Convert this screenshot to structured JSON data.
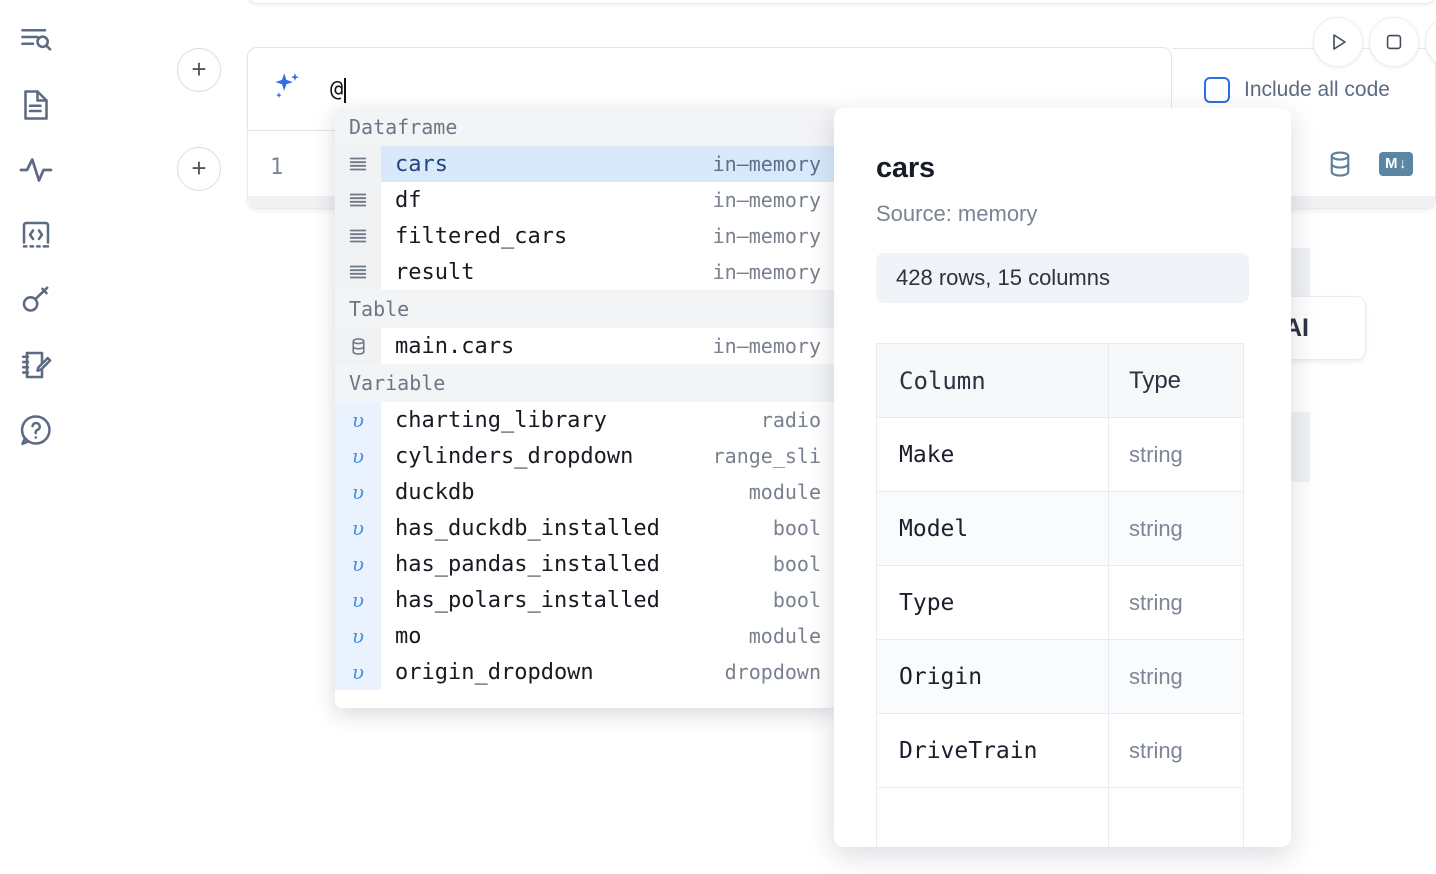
{
  "sidebar": {
    "items": [
      {
        "name": "outline-search-icon",
        "label": "Outline / search"
      },
      {
        "name": "file-icon",
        "label": "Files"
      },
      {
        "name": "activity-icon",
        "label": "Activity"
      },
      {
        "name": "code-snippets-icon",
        "label": "Snippets"
      },
      {
        "name": "key-icon",
        "label": "Secrets"
      },
      {
        "name": "scratchpad-icon",
        "label": "Scratchpad"
      },
      {
        "name": "help-icon",
        "label": "Help"
      }
    ]
  },
  "prompt_bar": {
    "add_cell_label": "+",
    "sparkle_icon": "sparkles-icon",
    "value": "@",
    "placeholder": "",
    "include_all_code_label": "Include all code",
    "include_all_code_checked": false,
    "run_icon": "play-icon",
    "stop_icon": "stop-icon"
  },
  "code_cell": {
    "line_number": "1",
    "database_icon": "database-icon",
    "markdown_badge": "M",
    "markdown_badge_arrow": "↓"
  },
  "ai_chip": {
    "label": "AI"
  },
  "autocomplete": {
    "groups": [
      {
        "label": "Dataframe",
        "icon": "dataframe-icon",
        "kind": "dataframe",
        "items": [
          {
            "name": "cars",
            "meta": "in–memory",
            "selected": true
          },
          {
            "name": "df",
            "meta": "in–memory",
            "selected": false
          },
          {
            "name": "filtered_cars",
            "meta": "in–memory",
            "selected": false
          },
          {
            "name": "result",
            "meta": "in–memory",
            "selected": false
          }
        ]
      },
      {
        "label": "Table",
        "icon": "table-icon",
        "kind": "table",
        "items": [
          {
            "name": "main.cars",
            "meta": "in–memory",
            "selected": false
          }
        ]
      },
      {
        "label": "Variable",
        "icon": "variable-icon",
        "kind": "variable",
        "items": [
          {
            "name": "charting_library",
            "meta": "radio",
            "selected": false
          },
          {
            "name": "cylinders_dropdown",
            "meta": "range_sli",
            "selected": false
          },
          {
            "name": "duckdb",
            "meta": "module",
            "selected": false
          },
          {
            "name": "has_duckdb_installed",
            "meta": "bool",
            "selected": false
          },
          {
            "name": "has_pandas_installed",
            "meta": "bool",
            "selected": false
          },
          {
            "name": "has_polars_installed",
            "meta": "bool",
            "selected": false
          },
          {
            "name": "mo",
            "meta": "module",
            "selected": false
          },
          {
            "name": "origin_dropdown",
            "meta": "dropdown",
            "selected": false
          }
        ]
      }
    ],
    "variable_glyph": "υ"
  },
  "details": {
    "title": "cars",
    "source": "Source: memory",
    "shape": "428 rows, 15 columns",
    "table": {
      "headers": [
        "Column",
        "Type"
      ],
      "rows": [
        {
          "column": "Make",
          "type": "string"
        },
        {
          "column": "Model",
          "type": "string"
        },
        {
          "column": "Type",
          "type": "string"
        },
        {
          "column": "Origin",
          "type": "string"
        },
        {
          "column": "DriveTrain",
          "type": "string"
        }
      ]
    }
  },
  "colors": {
    "accent": "#2f6fe4",
    "selection": "#d9e9fb",
    "variable_gutter": "#eaf3fd",
    "muted_text": "#79808e",
    "icon_rail": "#5c6a82",
    "badge": "#5b87a5"
  }
}
